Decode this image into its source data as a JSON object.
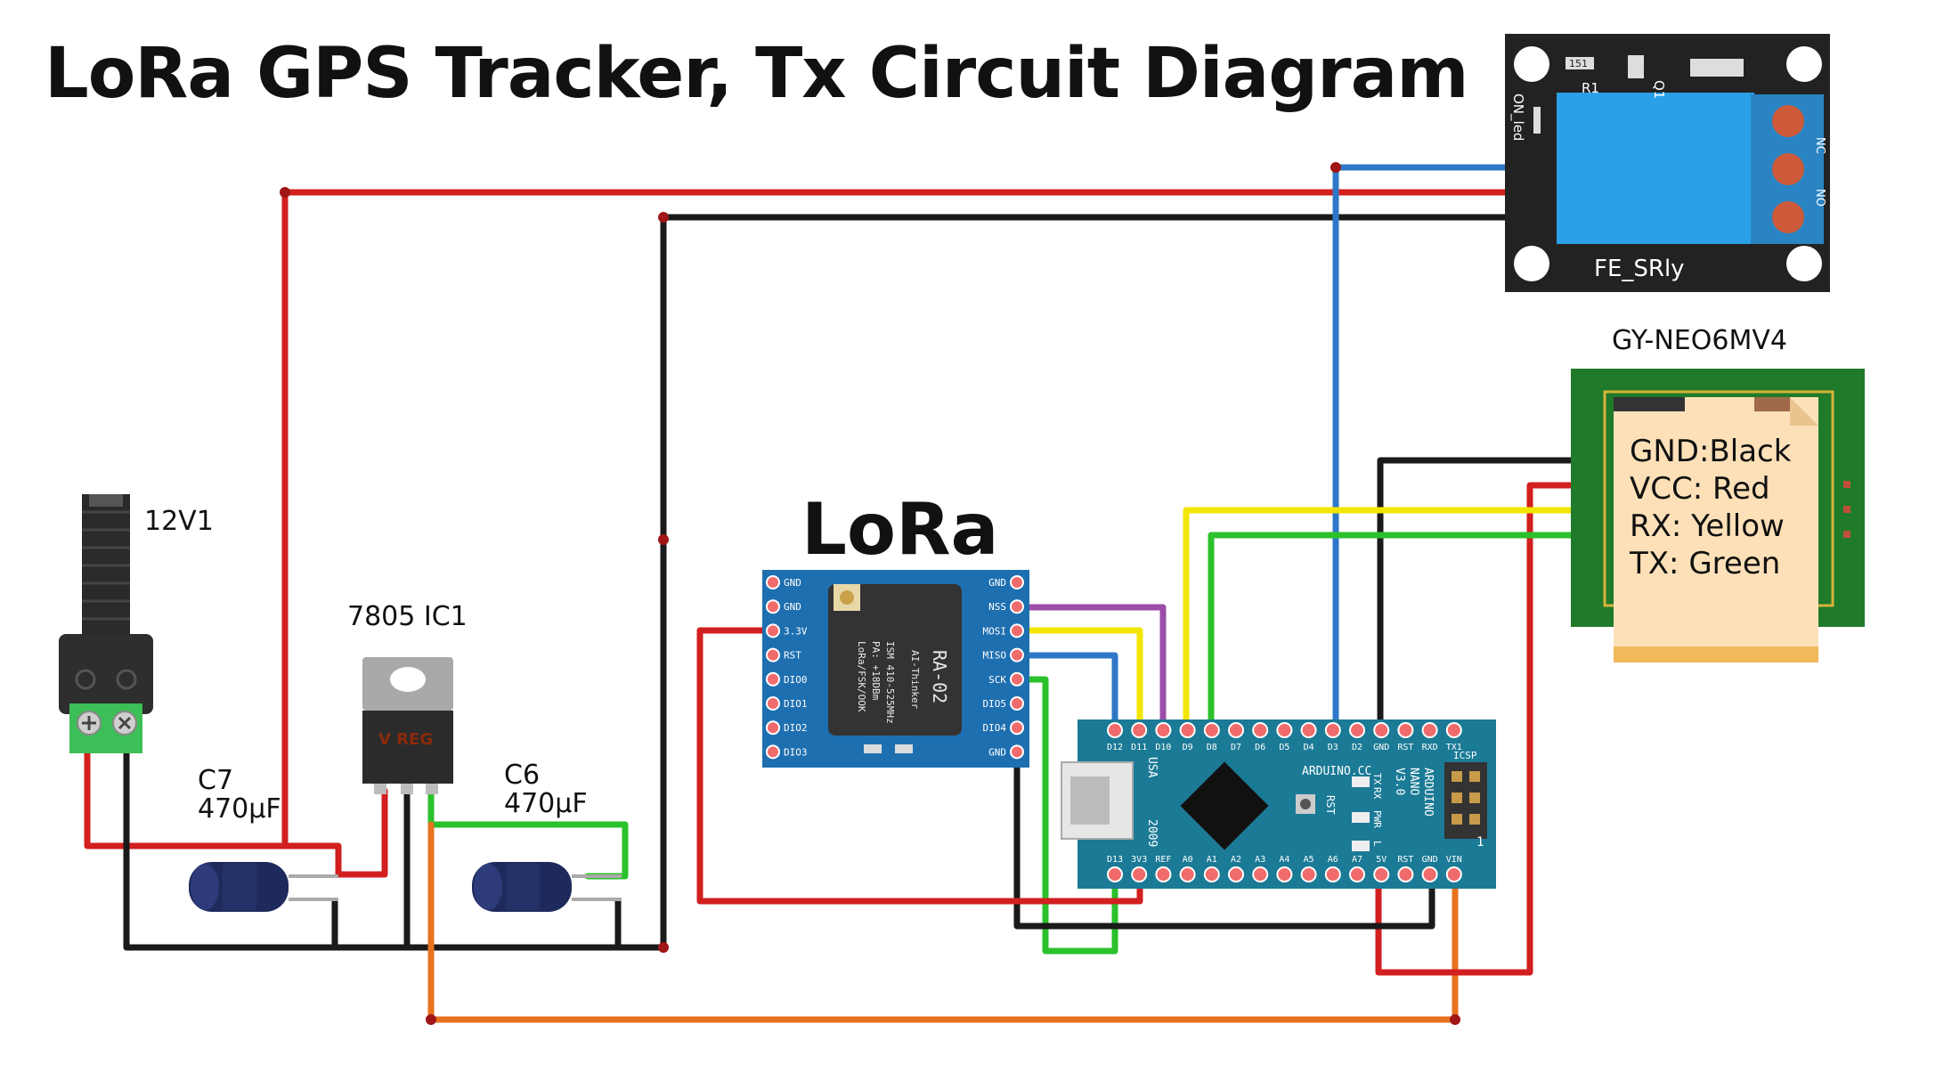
{
  "title": "LoRa GPS Tracker, Tx Circuit Diagram",
  "dc_jack": {
    "label": "12V1"
  },
  "regulator": {
    "label": "7805 IC1",
    "marking": "V REG"
  },
  "capacitors": [
    {
      "name": "C7",
      "value": "470µF"
    },
    {
      "name": "C6",
      "value": "470µF"
    }
  ],
  "relay": {
    "label": "FE_SRly",
    "led_label": "ON_led",
    "r_label": "R1",
    "q_label": "Q1",
    "smd_code": "151",
    "terminal_labels": [
      "NC",
      "NO"
    ]
  },
  "gps": {
    "label": "GY-NEO6MV4",
    "note_lines": [
      "GND:Black",
      "VCC: Red",
      "RX: Yellow",
      "TX: Green"
    ]
  },
  "lora": {
    "heading": "LoRa",
    "left_pins": [
      "GND",
      "GND",
      "3.3V",
      "RST",
      "DIO0",
      "DIO1",
      "DIO2",
      "DIO3"
    ],
    "right_pins": [
      "GND",
      "NSS",
      "MOSI",
      "MISO",
      "SCK",
      "DIO5",
      "DIO4",
      "GND"
    ],
    "chip_lines": [
      "RA-02",
      "AI-Thinker",
      "ISM 410-525MHz",
      "PA: +18DBm",
      "LoRa/FSK/OOK"
    ]
  },
  "arduino": {
    "top_pins": [
      "D12",
      "D11",
      "D10",
      "D9",
      "D8",
      "D7",
      "D6",
      "D5",
      "D4",
      "D3",
      "D2",
      "GND",
      "RST",
      "RXD",
      "TX1"
    ],
    "bottom_pins": [
      "D13",
      "3V3",
      "REF",
      "A0",
      "A1",
      "A2",
      "A3",
      "A4",
      "A5",
      "A6",
      "A7",
      "5V",
      "RST",
      "GND",
      "VIN"
    ],
    "board_text": [
      "ARDUINO.CC",
      "ARDUINO",
      "NANO",
      "V3.0"
    ],
    "side_text": [
      "USA",
      "2009"
    ],
    "labels": {
      "icsp": "ICSP",
      "rst": "RST",
      "tx": "TX",
      "rx": "RX",
      "pwr": "PWR",
      "l": "L",
      "one": "1"
    }
  },
  "colors": {
    "red": "#d21f1f",
    "black": "#1a1a1a",
    "blue": "#2f78c8",
    "green": "#2bc12b",
    "yellow": "#f2e600",
    "purple": "#9b4ea8",
    "orange": "#e8711f",
    "board_blue": "#1e6fb0",
    "relay_blue": "#29a0e8",
    "gps_green": "#1f7a2a",
    "note": "#fde0b8"
  }
}
